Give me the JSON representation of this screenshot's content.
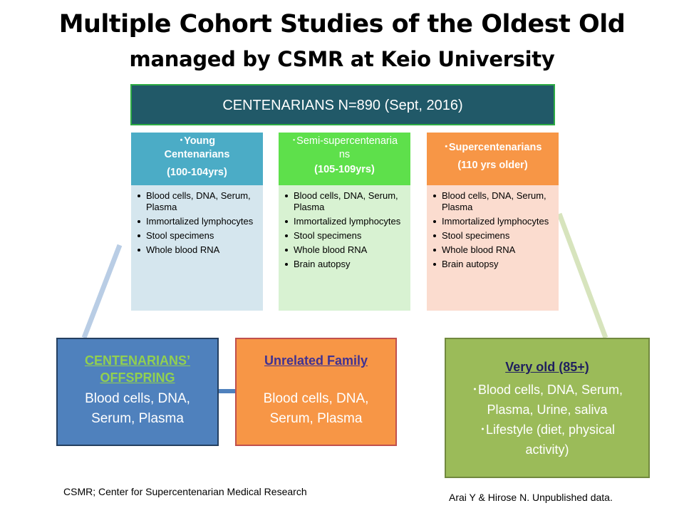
{
  "title": {
    "line1": "Multiple Cohort Studies of the Oldest Old",
    "line2": "managed by CSMR at Keio University"
  },
  "banner": "CENTENARIANS N=890 (Sept, 2016)",
  "columns": [
    {
      "heading": "･Young Centenarians",
      "years": "(100-104yrs)",
      "items": [
        "Blood cells, DNA, Serum,  Plasma",
        "Immortalized lymphocytes",
        "Stool specimens",
        "Whole blood RNA"
      ]
    },
    {
      "heading": "･Semi-supercentenarians",
      "years": "(105-109yrs)",
      "items": [
        "Blood cells, DNA, Serum,  Plasma",
        "Immortalized lymphocytes",
        "Stool specimens",
        "Whole blood RNA",
        "Brain autopsy"
      ]
    },
    {
      "heading": "･Supercentenarians",
      "years": "(110 yrs older)",
      "items": [
        "Blood cells, DNA, Serum,  Plasma",
        "Immortalized lymphocytes",
        "Stool specimens",
        "Whole blood RNA",
        "Brain autopsy"
      ]
    }
  ],
  "boxes": {
    "offspring": {
      "title": "CENTENARIANS’ OFFSPRING",
      "body": "Blood cells, DNA, Serum, Plasma"
    },
    "family": {
      "title": "Unrelated Family",
      "body": "Blood cells, DNA, Serum, Plasma"
    },
    "veryold": {
      "title": "Very old (85+)",
      "line1": "･Blood cells, DNA, Serum, Plasma, Urine, saliva",
      "line2": "･Lifestyle (diet, physical activity)"
    }
  },
  "footer": {
    "left": "CSMR; Center for Supercentenarian Medical Research",
    "right": "Arai Y & Hirose N. Unpublished data."
  },
  "colors": {
    "banner": "#215968",
    "young": "#4bacc6",
    "semi": "#5ee04b",
    "super": "#f79646",
    "offspring": "#4f81bd",
    "family": "#f79646",
    "veryold": "#9bbb59"
  }
}
